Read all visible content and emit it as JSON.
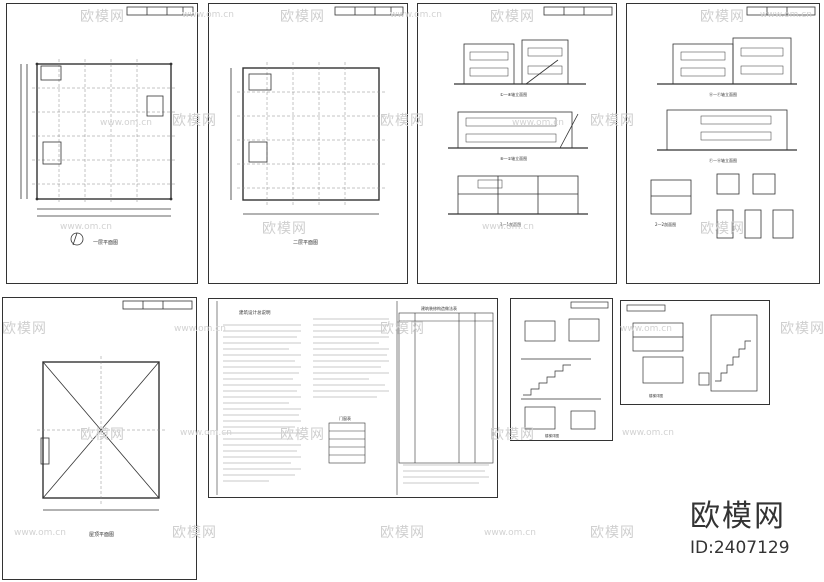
{
  "watermark": {
    "brand": "欧模网",
    "url": "www.om.cn"
  },
  "logo": {
    "name": "欧模网",
    "id": "ID:2407129"
  },
  "sheets": [
    {
      "key": "plan1",
      "caption": "一层平面图"
    },
    {
      "key": "plan2",
      "caption": "二层平面图"
    },
    {
      "key": "elev1",
      "captions": [
        "①—⑧轴立面图",
        "⑧—①轴立面图",
        "1—1剖面图"
      ]
    },
    {
      "key": "elev2",
      "captions": [
        "Ⓐ—Ⓕ轴立面图",
        "Ⓕ—Ⓐ轴立面图",
        "2—2剖面图"
      ]
    },
    {
      "key": "roof",
      "caption": "屋顶平面图"
    },
    {
      "key": "notes",
      "title": "建筑设计总说明",
      "table_title": "建筑装修构造做法表",
      "door_table_title": "门窗表"
    },
    {
      "key": "stair1",
      "caption": "楼梯详图"
    },
    {
      "key": "stair2",
      "caption": "楼梯详图"
    }
  ],
  "colors": {
    "line": "#333333",
    "grid": "#777777",
    "watermark": "#cfcfcf"
  }
}
